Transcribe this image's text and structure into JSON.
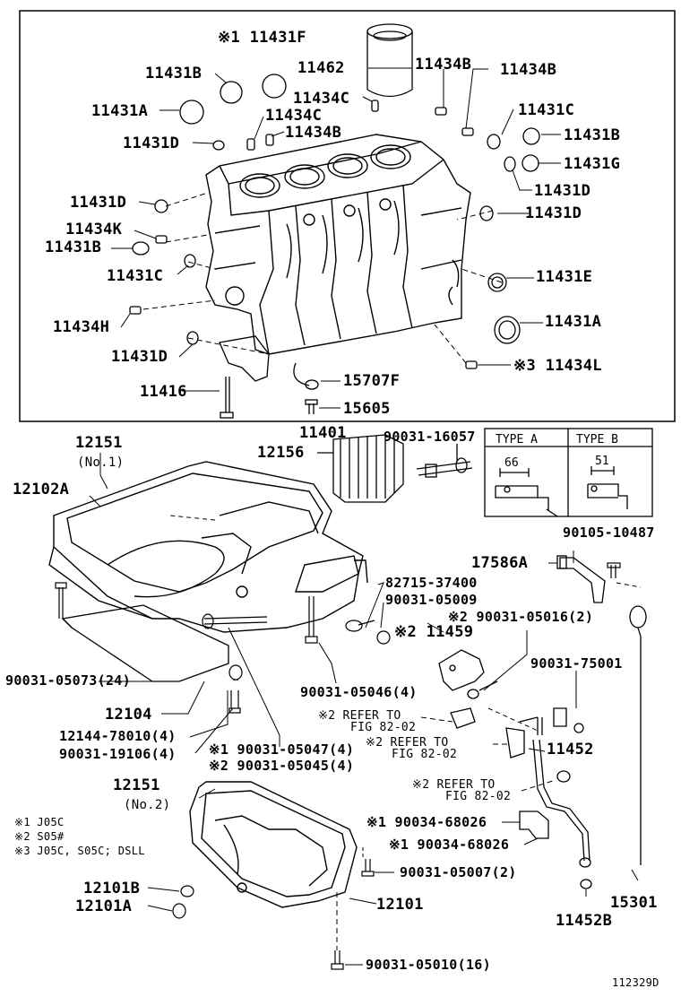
{
  "diagram_id": "112329D",
  "labels": {
    "l_11431F": "※1 11431F",
    "l_11431B_a": "11431B",
    "l_11462": "11462",
    "l_11434B_a": "11434B",
    "l_11434B_b": "11434B",
    "l_11431A_a": "11431A",
    "l_11434C_a": "11434C",
    "l_11434C_b": "11434C",
    "l_11434B_c": "11434B",
    "l_11431C_a": "11431C",
    "l_11431D_a": "11431D",
    "l_11431B_b": "11431B",
    "l_11431G": "11431G",
    "l_11431D_b": "11431D",
    "l_11431D_c": "11431D",
    "l_11431D_d": "11431D",
    "l_11434K": "11434K",
    "l_11431B_c": "11431B",
    "l_11431C_b": "11431C",
    "l_11431E": "11431E",
    "l_11434H": "11434H",
    "l_11431A_b": "11431A",
    "l_11431D_e": "11431D",
    "l_11434L": "※3 11434L",
    "l_11416": "11416",
    "l_15707F": "15707F",
    "l_15605": "15605",
    "l_11401": "11401",
    "l_12151_a": "12151",
    "l_no1": "(No.1)",
    "l_12156": "12156",
    "l_90031_16057": "90031-16057",
    "l_12102A": "12102A",
    "l_90105_10487": "90105-10487",
    "l_17586A": "17586A",
    "l_82715_37400": "82715-37400",
    "l_90031_05009": "90031-05009",
    "l_90031_05016": "※2 90031-05016(2)",
    "l_11459": "※2 11459",
    "l_90031_75001": "90031-75001",
    "l_90031_05073": "90031-05073(24)",
    "l_90031_05046": "90031-05046(4)",
    "l_12104": "12104",
    "l_ref1": "※2 REFER TO",
    "l_ref1b": "FIG 82-02",
    "l_ref2": "※2 REFER TO",
    "l_ref2b": "FIG 82-02",
    "l_11452": "11452",
    "l_12144": "12144-78010(4)",
    "l_90031_19106": "90031-19106(4)",
    "l_90031_05047": "※1 90031-05047(4)",
    "l_90031_05045": "※2 90031-05045(4)",
    "l_ref3": "※2 REFER TO",
    "l_ref3b": "FIG 82-02",
    "l_12151_b": "12151",
    "l_no2": "(No.2)",
    "l_90034_68026_a": "※1 90034-68026",
    "l_90034_68026_b": "※1 90034-68026",
    "l_90031_05007": "90031-05007(2)",
    "l_12101B": "12101B",
    "l_12101A": "12101A",
    "l_12101": "12101",
    "l_15301": "15301",
    "l_11452B": "11452B",
    "l_90031_05010": "90031-05010(16)"
  },
  "legend": {
    "n1": "※1  J05C",
    "n2": "※2  S05#",
    "n3": "※3  J05C, S05C; DSLL"
  },
  "type_box": {
    "type_a": "TYPE  A",
    "type_b": "TYPE  B",
    "dim_a": "66",
    "dim_b": "51"
  }
}
